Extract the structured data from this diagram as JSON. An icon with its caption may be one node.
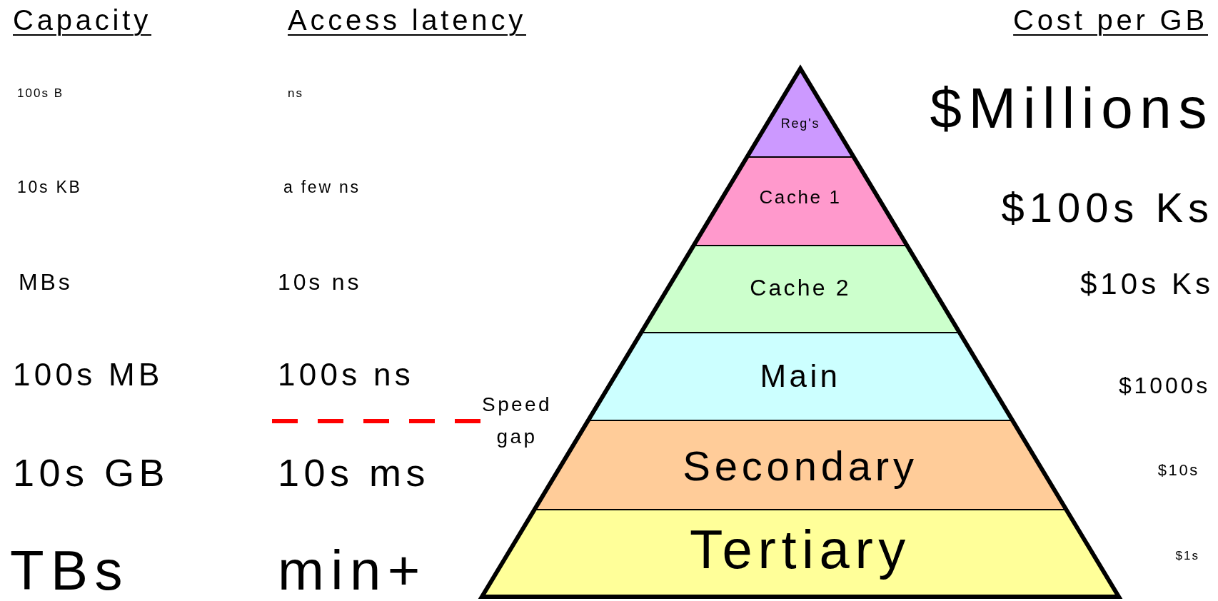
{
  "diagram": {
    "nodes": [
      {
        "text": [
          "Reg's"
        ]
      },
      {
        "text": [
          "Cache 1"
        ]
      },
      {
        "text": [
          "Cache 2"
        ]
      },
      {
        "text": [
          "Main"
        ]
      },
      {
        "text": [
          "Secondary"
        ]
      },
      {
        "text": [
          "Tertiary"
        ]
      }
    ],
    "labels": [
      "Capacity",
      "Access latency",
      "Cost per GB",
      "100s B",
      "ns",
      "$Millions",
      "10s KB",
      "a few ns",
      "$100s Ks",
      "MBs",
      "10s ns",
      "$10s Ks",
      "100s MB",
      "100s ns",
      "$1000s",
      "Speed gap",
      "10s GB",
      "10s ms",
      "$10s",
      "TBs",
      "min+",
      "$1s"
    ]
  }
}
